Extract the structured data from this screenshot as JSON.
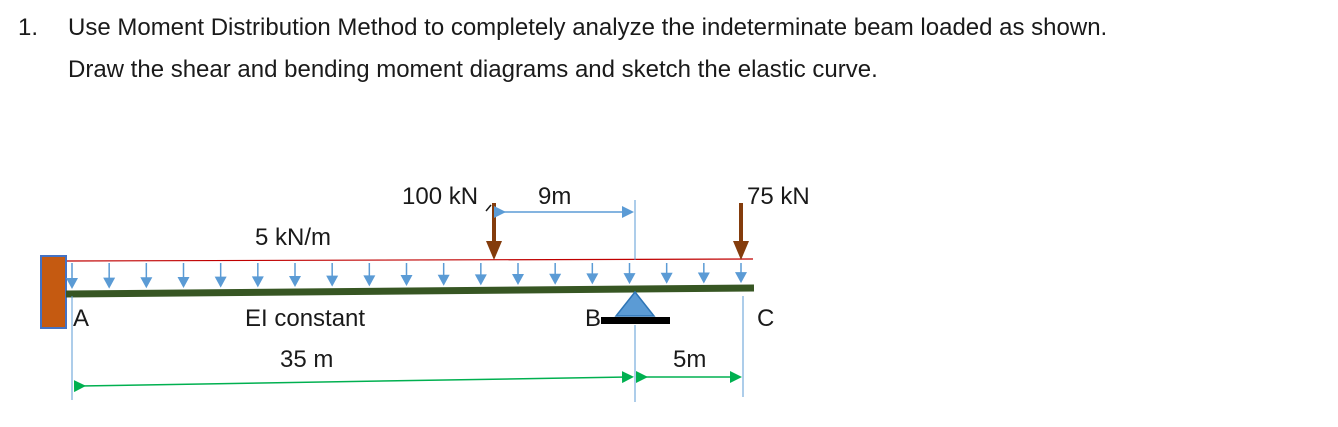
{
  "problem": {
    "number": "1.",
    "line1": "Use Moment Distribution Method to completely analyze the indeterminate beam loaded as shown.",
    "line2": "Draw the shear and bending moment diagrams and sketch the elastic curve."
  },
  "beam": {
    "labels": {
      "A": "A",
      "B": "B",
      "C": "C",
      "udl": "5 kN/m",
      "ei": "EI constant",
      "load1": "100 kN",
      "load2": "75 kN",
      "dim_load1_to_B": "9m",
      "dim_A_to_B": "35 m",
      "dim_B_to_C": "5m"
    },
    "supports": {
      "A": "fixed",
      "B": "pin",
      "C": "free"
    },
    "spans_m": {
      "AB": 35,
      "BC": 5
    },
    "udl_kN_per_m": 5,
    "point_loads": [
      {
        "magnitude_kN": 100,
        "distance_left_of_B_m": 9
      },
      {
        "magnitude_kN": 75,
        "location": "C"
      }
    ],
    "colors": {
      "beam": "#375623",
      "wall": "#c55a11",
      "wall_border": "#4472c4",
      "udl_arrows": "#5b9bd5",
      "udl_line": "#c00000",
      "point_load": "#843c0c",
      "dim_green": "#00b050",
      "dim_blue": "#5b9bd5",
      "support_fill": "#5b9bd5"
    }
  }
}
